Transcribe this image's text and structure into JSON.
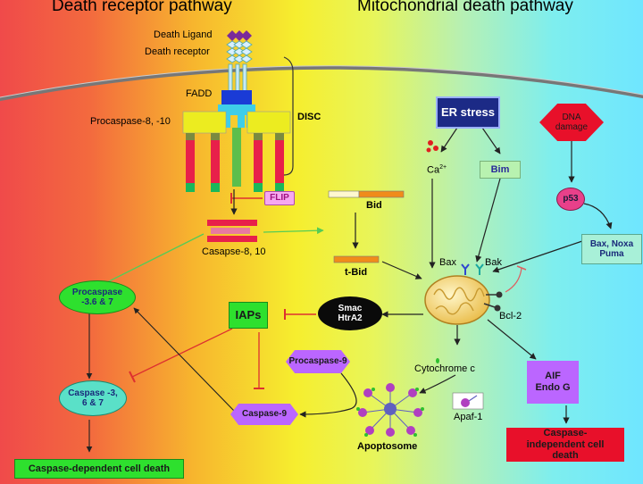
{
  "titles": {
    "left": "Death receptor pathway",
    "right": "Mitochondrial death pathway"
  },
  "labels": {
    "death_ligand": "Death Ligand",
    "death_receptor": "Death receptor",
    "fadd": "FADD",
    "procaspase_8_10": "Procaspase-8, -10",
    "disc": "DISC",
    "flip": "FLIP",
    "casapse_8_10": "Casapse-8, 10",
    "bid": "Bid",
    "t_bid": "t-Bid",
    "er_stress": "ER stress",
    "ca": "Ca",
    "ca_sup": "2+",
    "bim": "Bim",
    "dna_damage": "DNA damage",
    "p53": "p53",
    "bax_noxa": "Bax, Noxa",
    "puma": "Puma",
    "bax": "Bax",
    "bak": "Bak",
    "bcl2": "Bcl-2",
    "procaspase_3_6_7": "Procaspase -3.6 & 7",
    "iaps": "IAPs",
    "smac": "Smac",
    "htra2": "HtrA2",
    "procaspase_9": "Procaspase-9",
    "cytochrome_c": "Cytochrome c",
    "aif": "AIF",
    "endo_g": "Endo G",
    "caspase_3_6_7": "Caspase -3, 6 & 7",
    "caspase_9": "Caspase-9",
    "apaf1": "Apaf-1",
    "apoptosome": "Apoptosome",
    "caspase_independent": "Caspase-independent cell death",
    "caspase_dependent": "Caspase-dependent cell death"
  },
  "colors": {
    "er_stress_fill": "#1c2a86",
    "dna_damage_fill": "#e8102a",
    "p53_fill": "#e8408a",
    "bim_fill": "#b8f2b0",
    "bax_noxa_fill": "#a8f0d8",
    "green_node_fill": "#2ee02e",
    "caspase_node_fill": "#bb66ff",
    "caspase_independent_fill": "#e8102a",
    "flip_fill": "#f6a8f0",
    "bid_fill": "#f08c1a",
    "activation_arrow": "#55cc55",
    "inhibition_arrow": "#dd3030"
  }
}
